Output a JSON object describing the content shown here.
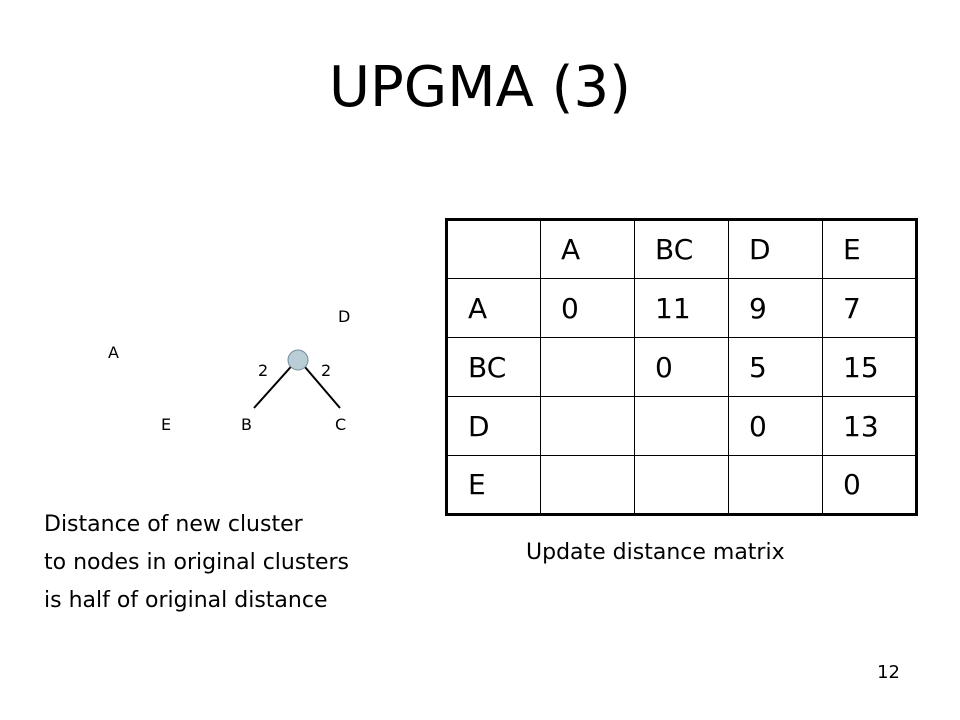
{
  "slide": {
    "title": "UPGMA (3)",
    "page_number": "12"
  },
  "tree": {
    "labels": {
      "a": "A",
      "d": "D",
      "e": "E",
      "b": "B",
      "c": "C"
    },
    "branch_left": "2",
    "branch_right": "2",
    "node_color": "#b9cdd6"
  },
  "matrix": {
    "header": [
      "",
      "A",
      "BC",
      "D",
      "E"
    ],
    "rows": [
      [
        "A",
        "0",
        "11",
        "9",
        "7"
      ],
      [
        "BC",
        "",
        "0",
        "5",
        "15"
      ],
      [
        "D",
        "",
        "",
        "0",
        "13"
      ],
      [
        "E",
        "",
        "",
        "",
        "0"
      ]
    ]
  },
  "notes": {
    "left": [
      "Distance of new cluster",
      "to nodes in original clusters",
      "is half of  original distance"
    ],
    "right": "Update distance matrix"
  }
}
